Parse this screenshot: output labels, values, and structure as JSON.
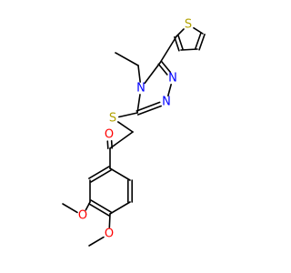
{
  "molecule": {
    "atoms": {
      "S_thio": {
        "symbol": "S",
        "color": "#b2a200"
      },
      "N4": {
        "symbol": "N",
        "color": "#0000ff"
      },
      "N1": {
        "symbol": "N",
        "color": "#0000ff"
      },
      "N2": {
        "symbol": "N",
        "color": "#0000ff"
      },
      "S_link": {
        "symbol": "S",
        "color": "#b2a200"
      },
      "O_ketone": {
        "symbol": "O",
        "color": "#ff0000"
      },
      "O_meo3": {
        "symbol": "O",
        "color": "#ff0000"
      },
      "O_meo4": {
        "symbol": "O",
        "color": "#ff0000"
      }
    },
    "colors": {
      "bond": "#000000",
      "background": "#ffffff"
    }
  }
}
